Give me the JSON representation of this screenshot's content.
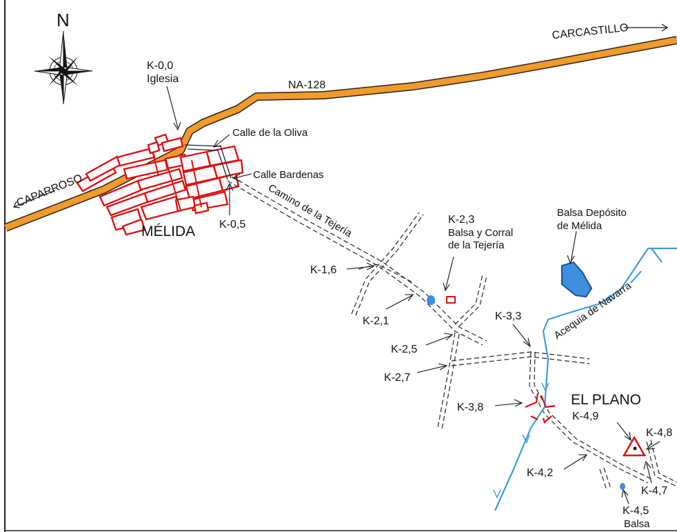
{
  "north": "N",
  "road": "NA-128",
  "towns": {
    "west": "CAPARROSO",
    "east": "CARCASTILLO",
    "village": "MÉLIDA",
    "area": "EL PLANO"
  },
  "streets": {
    "oliva": "Calle de la Oliva",
    "bardenas": "Calle Bardenas",
    "camino": "Camino de la Tejería"
  },
  "water": {
    "acequia": "Acequia de Navarra",
    "deposito_line1": "Balsa Depósito",
    "deposito_line2": "de Mélida"
  },
  "markers": {
    "k00": "K-0,0",
    "k00_sub": "Iglesia",
    "k05": "K-0,5",
    "k16": "K-1,6",
    "k21": "K-2,1",
    "k23": "K-2,3",
    "k23_sub1": "Balsa y Corral",
    "k23_sub2": "de la Tejería",
    "k25": "K-2,5",
    "k27": "K-2,7",
    "k33": "K-3,3",
    "k38": "K-3,8",
    "k42": "K-4,2",
    "k45": "K-4,5",
    "k45_sub": "Balsa",
    "k47": "K-4,7",
    "k48": "K-4,8",
    "k49": "K-4,9"
  },
  "colors": {
    "road": "#f39a2c",
    "buildings": "#e01010",
    "water": "#3a9bdc",
    "pond": "#3d8fe0"
  }
}
